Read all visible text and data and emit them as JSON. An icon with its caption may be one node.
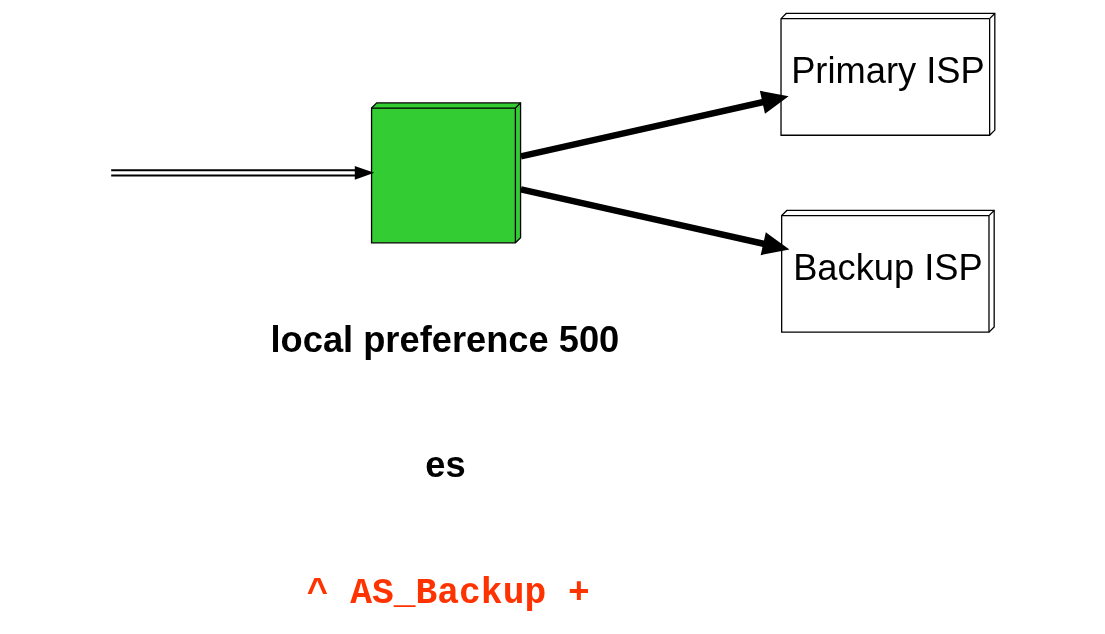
{
  "diagram": {
    "nodes": [
      {
        "text": [],
        "shape": "box"
      },
      {
        "text": [
          "Primary ISP"
        ]
      },
      {
        "text": [
          "Backup ISP"
        ]
      }
    ],
    "edges": [
      {
        "from": null,
        "to": 0,
        "arrow": "to"
      },
      {
        "from": 0,
        "to": 1,
        "arrow": "to"
      },
      {
        "from": 0,
        "to": 2,
        "arrow": "to"
      }
    ],
    "labels": [
      "local preference 500",
      "es",
      "^ AS_Backup +"
    ]
  }
}
